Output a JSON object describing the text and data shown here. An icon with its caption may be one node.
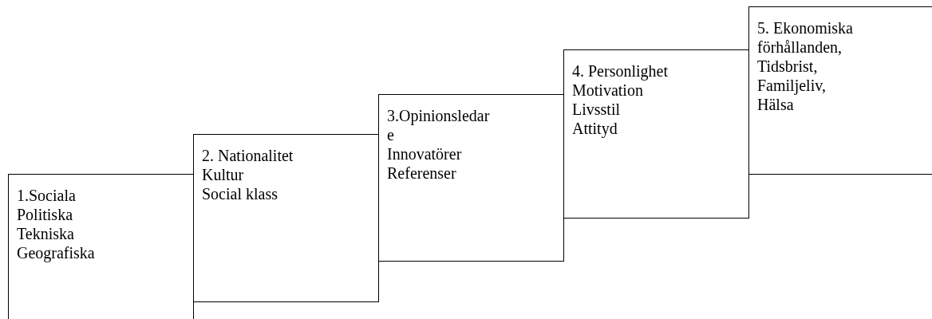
{
  "diagram": {
    "nodes": [
      {
        "text": [
          "1.Sociala",
          "Politiska",
          "Tekniska",
          "Geografiska"
        ]
      },
      {
        "text": [
          "2. Nationalitet",
          "Kultur",
          "Social klass"
        ]
      },
      {
        "text": [
          "3.Opinionsledar e",
          "Innovatörer",
          "Referenser"
        ]
      },
      {
        "text": [
          "4. Personlighet",
          "Motivation",
          "Livsstil",
          "Attityd"
        ]
      },
      {
        "text": [
          "5. Ekonomiska förhållanden,",
          "Tidsbrist,",
          "Familjeliv,",
          "Hälsa"
        ]
      }
    ]
  }
}
